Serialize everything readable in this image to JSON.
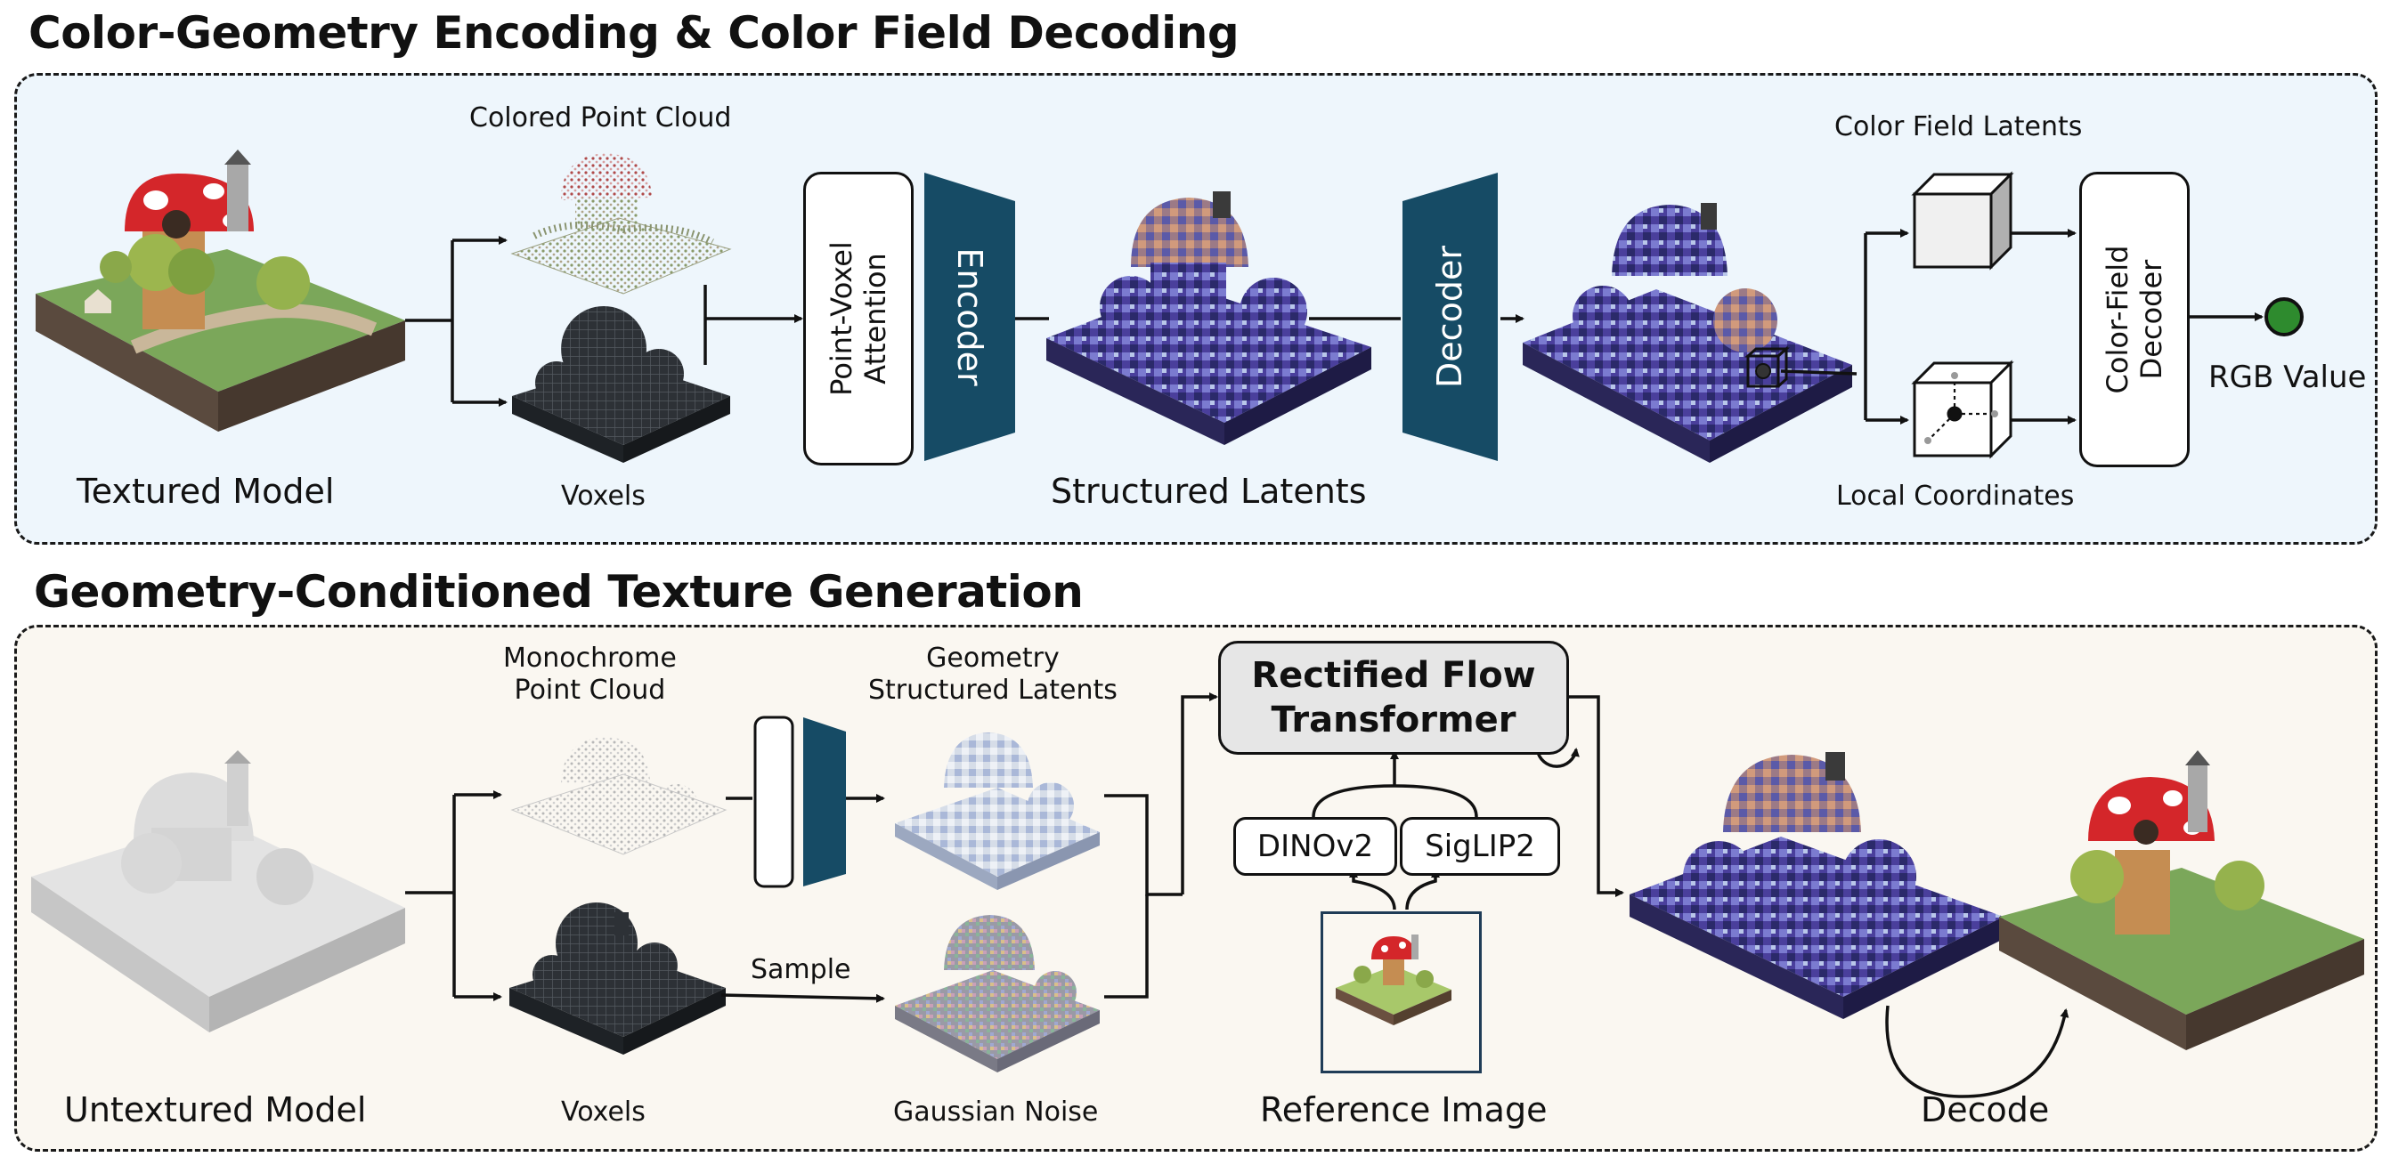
{
  "top": {
    "title": "Color-Geometry Encoding & Color Field Decoding",
    "colored_point_cloud": "Colored Point Cloud",
    "textured_model": "Textured Model",
    "voxels": "Voxels",
    "pva_line1": "Point-Voxel",
    "pva_line2": "Attention",
    "encoder": "Encoder",
    "structured_latents": "Structured Latents",
    "decoder": "Decoder",
    "color_field_latents": "Color Field Latents",
    "local_coordinates": "Local Coordinates",
    "cfd_line1": "Color-Field",
    "cfd_line2": "Decoder",
    "rgb_value": "RGB Value"
  },
  "bottom": {
    "title": "Geometry-Conditioned Texture Generation",
    "mono_line1": "Monochrome",
    "mono_line2": "Point Cloud",
    "geo_line1": "Geometry",
    "geo_line2": "Structured Latents",
    "untextured_model": "Untextured Model",
    "voxels": "Voxels",
    "sample": "Sample",
    "gaussian_noise": "Gaussian Noise",
    "rft_line1": "Rectified Flow",
    "rft_line2": "Transformer",
    "dinov2": "DINOv2",
    "siglip2": "SigLIP2",
    "reference_image": "Reference Image",
    "decode": "Decode"
  },
  "colors": {
    "top_panel_bg": "#eef6fc",
    "bottom_panel_bg": "#faf7f1",
    "encoder_fill": "#164b65",
    "rgb_dot": "#2e8b2e",
    "rft_fill": "#e6e6e6"
  }
}
